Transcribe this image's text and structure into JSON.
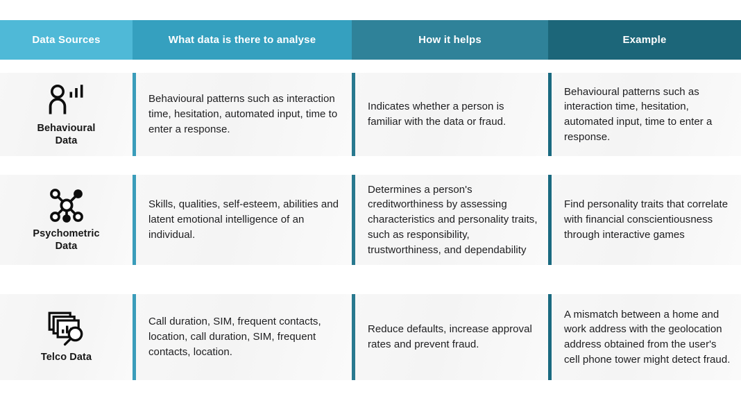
{
  "table": {
    "columns": [
      {
        "id": "data-sources",
        "label": "Data Sources",
        "bg": "#4fb9d7"
      },
      {
        "id": "what-data",
        "label": "What data is there to analyse",
        "bg": "#35a0bf",
        "accent": "#3a9dba"
      },
      {
        "id": "how-it-helps",
        "label": "How it helps",
        "bg": "#2f8299",
        "accent": "#29798f"
      },
      {
        "id": "example",
        "label": "Example",
        "bg": "#1c6679",
        "accent": "#1a6a80"
      }
    ],
    "rows": [
      {
        "source": {
          "name": "Behavioural\nData",
          "icon": "person-bar-chart-icon"
        },
        "what_data": "Behavioural patterns such as interaction time, hesitation, automated input, time to enter a response.",
        "how_it_helps": "Indicates whether a person is familiar with the data or fraud.",
        "example": "Behavioural patterns such as interaction time, hesitation, automated input, time to enter a response."
      },
      {
        "source": {
          "name": "Psychometric\nData",
          "icon": "network-nodes-icon"
        },
        "what_data": "Skills, qualities, self-esteem, abilities and latent emotional intelligence of an individual.",
        "how_it_helps": "Determines a person's creditworthiness by assessing characteristics and personality traits, such as responsibility, trustworthiness, and dependability",
        "example": "Find personality traits that correlate with financial conscientiousness through interactive games"
      },
      {
        "source": {
          "name": "Telco Data",
          "icon": "chart-windows-magnifier-icon"
        },
        "what_data": "Call duration, SIM, frequent contacts, location, call duration, SIM, frequent contacts, location.",
        "how_it_helps": "Reduce defaults, increase approval rates and prevent fraud.",
        "example": "A mismatch between a home and work address with the geolocation address obtained from the user's cell phone tower might detect fraud."
      }
    ]
  }
}
